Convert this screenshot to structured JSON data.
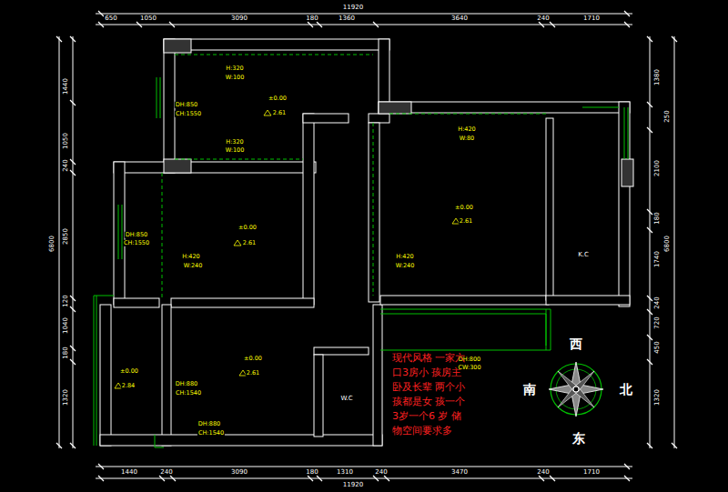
{
  "diagram": {
    "labels": [
      "11920",
      "650",
      "1050",
      "3090",
      "180",
      "1360",
      "3640",
      "240",
      "1710",
      "1440",
      "240",
      "3090",
      "180",
      "1310",
      "240",
      "3470",
      "240",
      "1710",
      "11920",
      "1440",
      "1050",
      "240",
      "2850",
      "120",
      "1040",
      "180",
      "1320",
      "6800",
      "1380",
      "250",
      "2100",
      "180",
      "1740",
      "240",
      "720",
      "450",
      "1320",
      "6800",
      "H:320",
      "W:100",
      "±0.00",
      "2.61",
      "DH:850",
      "CH:1550",
      "H:320",
      "W:100",
      "DH:850",
      "CH:1550",
      "±0.00",
      "2.61",
      "H:420",
      "W:240",
      "H:420",
      "W:80",
      "±0.00",
      "2.61",
      "H:420",
      "W:240",
      "K.C",
      "±0.00",
      "2.84",
      "±0.00",
      "2.61",
      "DH:880",
      "CH:1540",
      "DH:880",
      "CH:1540",
      "W.C",
      "DH:800",
      "CW:300",
      "现代风格 一家六口3房小 孩房主卧及长辈 两个小孩都是女 孩一个3岁一个6 岁 储物空间要求多",
      "西",
      "南",
      "北",
      "东"
    ]
  }
}
